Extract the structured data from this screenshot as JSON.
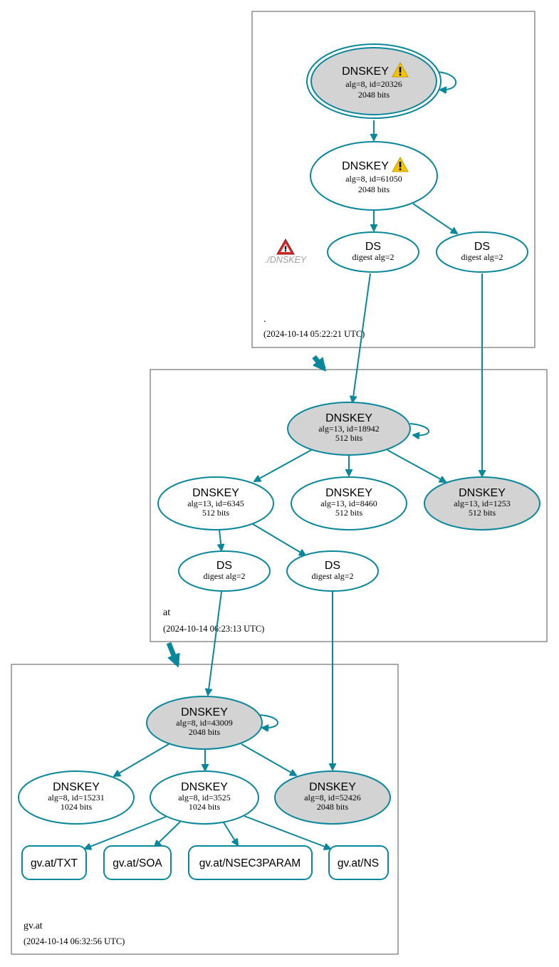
{
  "zones": [
    {
      "id": "root",
      "name": ".",
      "timestamp": "(2024-10-14 05:22:21 UTC)"
    },
    {
      "id": "at",
      "name": "at",
      "timestamp": "(2024-10-14 06:23:13 UTC)"
    },
    {
      "id": "gvat",
      "name": "gv.at",
      "timestamp": "(2024-10-14 06:32:56 UTC)"
    }
  ],
  "missing": {
    "label": "./DNSKEY"
  },
  "nodes": {
    "root_ksk": {
      "title": "DNSKEY",
      "line1": "alg=8, id=20326",
      "line2": "2048 bits",
      "warning": true
    },
    "root_zsk": {
      "title": "DNSKEY",
      "line1": "alg=8, id=61050",
      "line2": "2048 bits",
      "warning": true
    },
    "root_ds1": {
      "title": "DS",
      "line1": "digest alg=2"
    },
    "root_ds2": {
      "title": "DS",
      "line1": "digest alg=2"
    },
    "at_ksk": {
      "title": "DNSKEY",
      "line1": "alg=13, id=18942",
      "line2": "512 bits"
    },
    "at_k6345": {
      "title": "DNSKEY",
      "line1": "alg=13, id=6345",
      "line2": "512 bits"
    },
    "at_k8460": {
      "title": "DNSKEY",
      "line1": "alg=13, id=8460",
      "line2": "512 bits"
    },
    "at_k1253": {
      "title": "DNSKEY",
      "line1": "alg=13, id=1253",
      "line2": "512 bits"
    },
    "at_ds1": {
      "title": "DS",
      "line1": "digest alg=2"
    },
    "at_ds2": {
      "title": "DS",
      "line1": "digest alg=2"
    },
    "gv_ksk": {
      "title": "DNSKEY",
      "line1": "alg=8, id=43009",
      "line2": "2048 bits"
    },
    "gv_k15231": {
      "title": "DNSKEY",
      "line1": "alg=8, id=15231",
      "line2": "1024 bits"
    },
    "gv_k3525": {
      "title": "DNSKEY",
      "line1": "alg=8, id=3525",
      "line2": "1024 bits"
    },
    "gv_k52426": {
      "title": "DNSKEY",
      "line1": "alg=8, id=52426",
      "line2": "2048 bits"
    }
  },
  "rrsets": {
    "txt": "gv.at/TXT",
    "soa": "gv.at/SOA",
    "nsec3param": "gv.at/NSEC3PARAM",
    "ns": "gv.at/NS"
  },
  "colors": {
    "edge": "#0a879a",
    "ksk_fill": "#d3d3d3",
    "warning_fill": "#f2c500",
    "error_fill": "#d42a2a"
  }
}
